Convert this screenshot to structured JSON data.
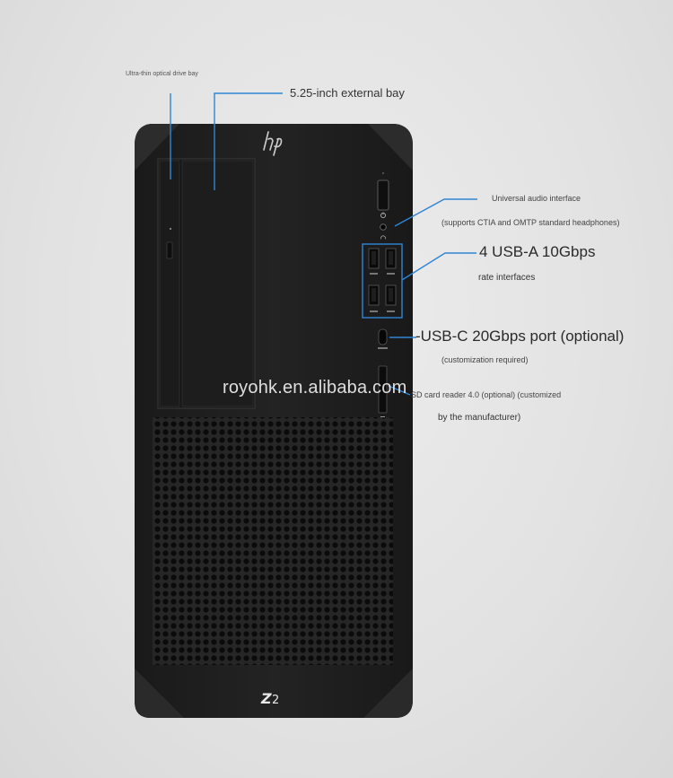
{
  "annotations": {
    "optical_bay": "Ultra-thin optical drive bay",
    "external_bay": "5.25-inch external bay",
    "audio_title": "Universal audio interface",
    "audio_desc": "(supports CTIA and OMTP standard headphones)",
    "usba_title": "4 USB-A 10Gbps",
    "usba_desc": "rate interfaces",
    "usbc_title": "-USB-C 20Gbps port (optional)",
    "usbc_desc": "(customization required)",
    "sd_title": "SD card reader 4.0 (optional) (customized",
    "sd_desc": "by the manufacturer)"
  },
  "watermark": "royohk.en.alibaba.com",
  "branding": {
    "logo": "hp",
    "model": "Z2"
  },
  "icons": [
    "hp-logo-icon",
    "power-icon",
    "headphone-icon",
    "usb-a-port-icon",
    "usb-c-port-icon",
    "sd-card-slot-icon"
  ],
  "colors": {
    "background": "#e4e4e4",
    "case": "#1e1e1e",
    "callout_line": "#2f86d6",
    "text": "#333333"
  }
}
